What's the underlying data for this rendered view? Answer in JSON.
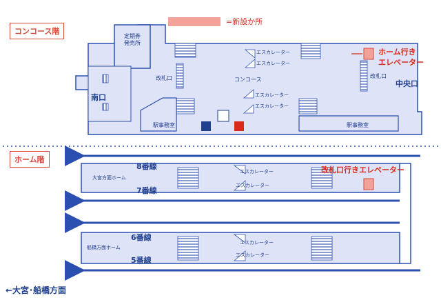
{
  "legend": {
    "new_facility_label": "=新設か所",
    "new_facility_color": "#f3a29a"
  },
  "floors": {
    "concourse": "コンコース階",
    "platform": "ホーム階"
  },
  "concourse": {
    "commuter_pass_office": [
      "定期券",
      "発売所"
    ],
    "ticket_gate": "改札口",
    "concourse_label": "コンコース",
    "south_exit": "南口",
    "central_exit": "中央口",
    "station_office": "駅事務室",
    "escalator": "エスカレーター",
    "elevator_to_platform": [
      "ホーム行き",
      "エレベーター"
    ]
  },
  "platforms": {
    "upper": {
      "name": "大宮方面ホーム",
      "tracks": [
        "8番線",
        "7番線"
      ]
    },
    "lower": {
      "name": "船橋方面ホーム",
      "tracks": [
        "6番線",
        "5番線"
      ]
    },
    "escalator": "エスカレーター",
    "elevator_to_gate": "改札口行きエレベーター"
  },
  "direction": "←大宮･船橋方面",
  "colors": {
    "fill": "#dfe3f8",
    "stroke": "#2b4fb0",
    "accent": "#d64a3c"
  }
}
